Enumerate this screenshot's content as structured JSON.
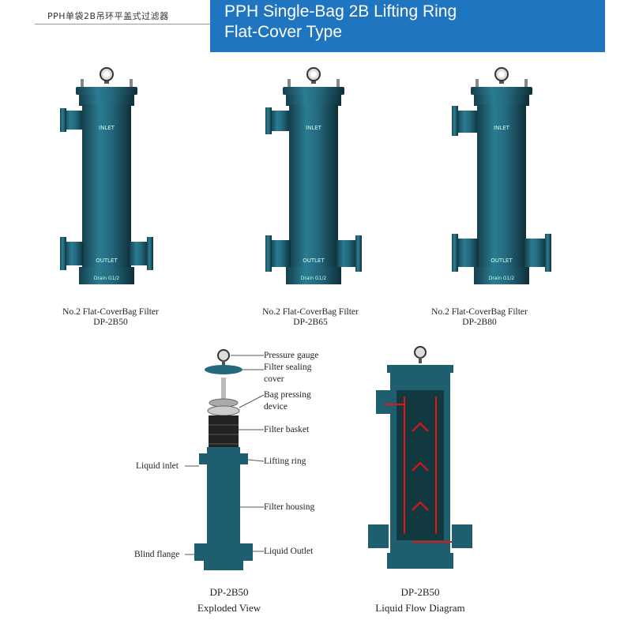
{
  "header": {
    "cn_title": "PPH单袋2B吊环平盖式过滤器",
    "en_title_line1": "PPH Single-Bag 2B Lifting Ring",
    "en_title_line2": "Flat-Cover Type"
  },
  "colors": {
    "banner": "#1f75bf",
    "body_teal": "#1f5e6f"
  },
  "filters": [
    {
      "name_line": "No.2 Flat-CoverBag Filter",
      "model": "DP-2B50"
    },
    {
      "name_line": "No.2 Flat-CoverBag Filter",
      "model": "DP-2B65"
    },
    {
      "name_line": "No.2 Flat-CoverBag Filter",
      "model": "DP-2B80"
    }
  ],
  "vessel_labels": {
    "inlet": "INLET",
    "outlet": "OUTLET",
    "drain": "Drain G1/2"
  },
  "exploded": {
    "callouts": {
      "pressure_gauge": "Pressure gauge",
      "sealing_cover_1": "Filter sealing",
      "sealing_cover_2": "cover",
      "bag_pressing_1": "Bag pressing",
      "bag_pressing_2": "device",
      "filter_basket": "Filter basket",
      "lifting_ring": "Lifting ring",
      "filter_housing": "Filter housing",
      "liquid_outlet": "Liquid Outlet",
      "liquid_inlet": "Liquid inlet",
      "blind_flange": "Blind flange"
    },
    "model": "DP-2B50",
    "title": "Exploded View"
  },
  "flow": {
    "model": "DP-2B50",
    "title": "Liquid Flow Diagram"
  }
}
